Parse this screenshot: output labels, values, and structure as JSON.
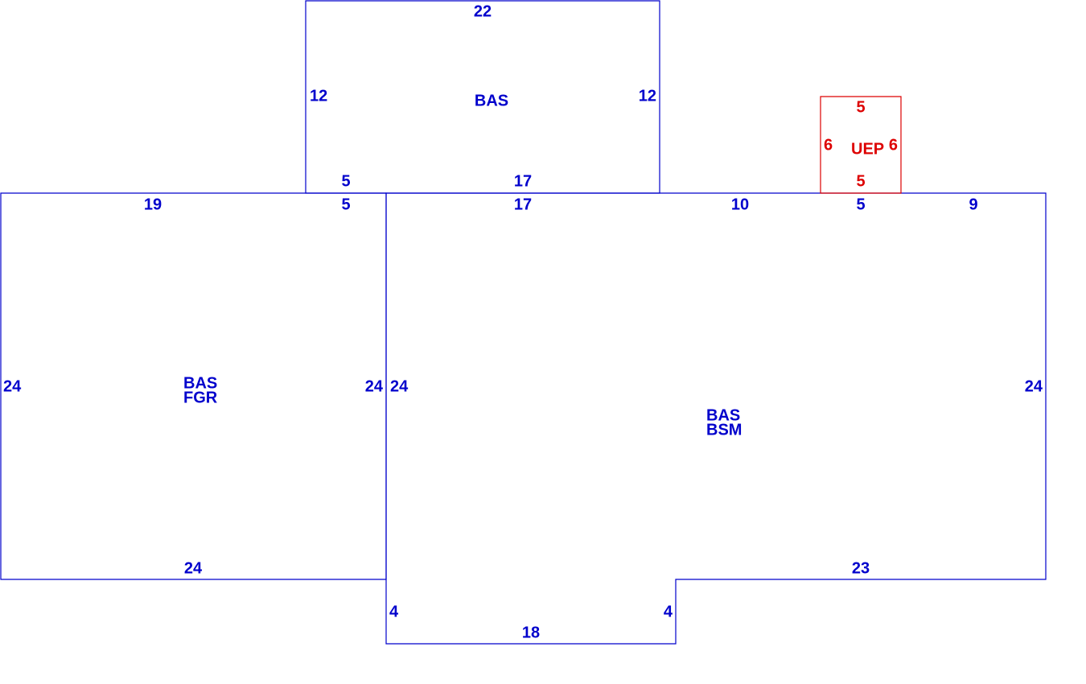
{
  "colors": {
    "building": "#0000cc",
    "porch": "#dd0000"
  },
  "areas": [
    {
      "id": "upper-bas",
      "codes": [
        "BAS"
      ],
      "color": "building",
      "dimensions": [
        "22",
        "12",
        "12",
        "5",
        "17"
      ]
    },
    {
      "id": "left-bas-fgr",
      "codes": [
        "BAS",
        "FGR"
      ],
      "color": "building",
      "dimensions": [
        "19",
        "5",
        "24",
        "24",
        "24"
      ]
    },
    {
      "id": "main-bas-bsm",
      "codes": [
        "BAS",
        "BSM"
      ],
      "color": "building",
      "dimensions": [
        "17",
        "10",
        "5",
        "9",
        "24",
        "24",
        "23",
        "4",
        "4",
        "18"
      ]
    },
    {
      "id": "porch-uep",
      "codes": [
        "UEP"
      ],
      "color": "porch",
      "dimensions": [
        "5",
        "6",
        "6",
        "5"
      ]
    }
  ]
}
